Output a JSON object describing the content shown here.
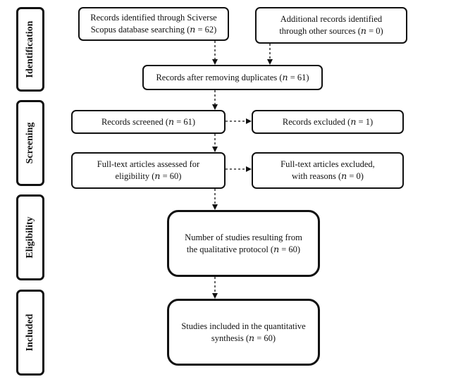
{
  "phases": {
    "identification": "Identification",
    "screening": "Screening",
    "eligibility": "Eligibility",
    "included": "Included"
  },
  "boxes": {
    "records_identified": {
      "line1": "Records identified through Sciverse",
      "line2": "Scopus database searching (𝑛 = 62)"
    },
    "additional_records": {
      "line1": "Additional records identified",
      "line2": "through other sources (𝑛 = 0)"
    },
    "after_duplicates": {
      "line1": "Records after removing duplicates (𝑛 = 61)"
    },
    "records_screened": {
      "line1": "Records screened (𝑛 = 61)"
    },
    "records_excluded": {
      "line1": "Records excluded (𝑛 = 1)"
    },
    "fulltext_assessed": {
      "line1": "Full-text articles assessed for",
      "line2": "eligibility (𝑛 = 60)"
    },
    "fulltext_excluded": {
      "line1": "Full-text articles excluded,",
      "line2": "with reasons (𝑛 = 0)"
    },
    "qualitative": {
      "line1": "Number of studies resulting from",
      "line2": "the qualitative protocol (𝑛 = 60)"
    },
    "quantitative": {
      "line1": "Studies included in the quantitative",
      "line2": "synthesis (𝑛 = 60)"
    }
  }
}
